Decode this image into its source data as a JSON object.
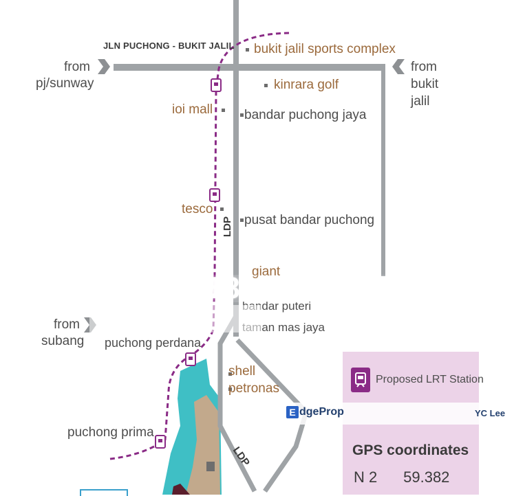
{
  "road_labels": {
    "jln_puchong": "JLN PUCHONG - BUKIT JALIL",
    "ldp_upper": "LDP",
    "ldp_lower": "LDP"
  },
  "directions": {
    "from_left_1": "from",
    "from_left_2": "pj/sunway",
    "from_right_1": "from",
    "from_right_2": "bukit",
    "from_right_3": "jalil",
    "from_lower_left_1": "from",
    "from_lower_left_2": "subang"
  },
  "places": {
    "bukit_jalil": "bukit jalil sports complex",
    "kinrara_golf": "kinrara golf",
    "ioi_mall": "ioi mall",
    "bandar_puchong_jaya": "bandar puchong jaya",
    "tesco": "tesco",
    "pusat_bandar_puchong": "pusat bandar puchong",
    "giant": "giant",
    "bandar_puteri": "bandar puteri",
    "taman_mas": "taman mas jaya",
    "puchong_perdana": "puchong perdana",
    "shell": "shell",
    "petronas": "petronas",
    "puchong_prima": "puchong prima"
  },
  "overlay_title": "The Wharf 818sf",
  "legend": {
    "proposed_lrt": "Proposed LRT Station",
    "gps_title": "GPS coordinates",
    "gps_n_label": "N 2",
    "gps_n_value": "59.382"
  },
  "watermark": {
    "brand_e": "E",
    "brand_rest": "dgeProp",
    "agent": "YC Lee"
  },
  "icons": [
    "chevron-right-icon",
    "chevron-left-icon",
    "lrt-station-icon"
  ],
  "colors": {
    "road": "#9fa3a6",
    "lrt_line": "#8a2b86",
    "place_brown": "#9b6a3c",
    "legend_bg": "#ecd3e8",
    "water": "#3fbfc5",
    "land": "#c2a98c"
  }
}
